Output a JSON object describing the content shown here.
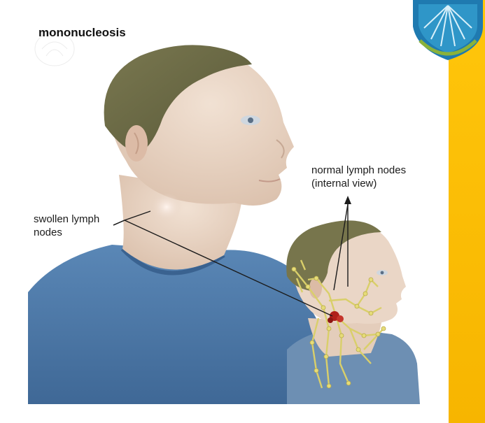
{
  "figure": {
    "title": "mononucleosis",
    "labels": {
      "swollen": "swollen lymph nodes",
      "normal_line1": "normal lymph nodes",
      "normal_line2": "(internal view)"
    }
  },
  "colors": {
    "accent_bar": "#f7b500",
    "skin": "#ead6c6",
    "hair": "#6b6a45",
    "shirt": "#4c78a8",
    "lymph_network": "#d9cf6a",
    "swollen_node": "#b0201a"
  },
  "icons": {
    "corner_logo": "logo-icon",
    "watermark": "watermark-icon"
  }
}
